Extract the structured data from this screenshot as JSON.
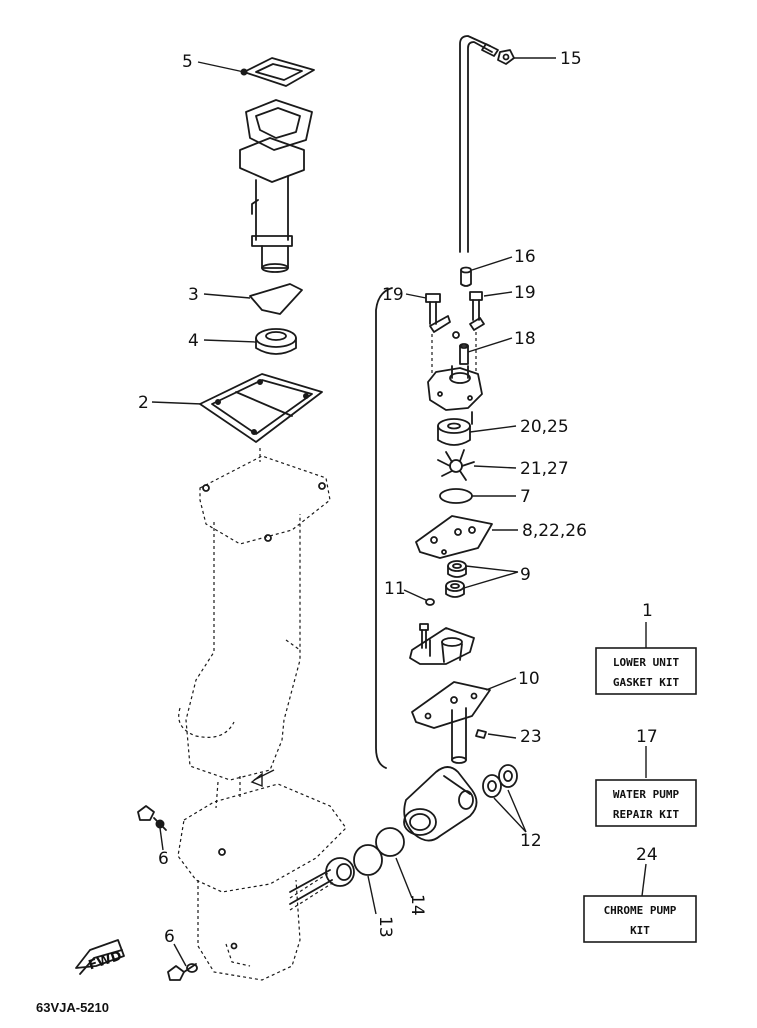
{
  "callouts": {
    "c1": "1",
    "c2": "2",
    "c3": "3",
    "c4": "4",
    "c5": "5",
    "c6a": "6",
    "c6b": "6",
    "c7": "7",
    "c8": "8,22,26",
    "c9": "9",
    "c10": "10",
    "c11": "11",
    "c12": "12",
    "c13": "13",
    "c14": "14",
    "c15": "15",
    "c16": "16",
    "c17": "17",
    "c18": "18",
    "c19a": "19",
    "c19b": "19",
    "c20": "20,25",
    "c21": "21,27",
    "c23": "23",
    "c24": "24"
  },
  "kits": {
    "gasket": {
      "line1": "LOWER UNIT",
      "line2": "GASKET KIT"
    },
    "water_pump": {
      "line1": "WATER PUMP",
      "line2": "REPAIR KIT"
    },
    "chrome_pump": {
      "line1": "CHROME PUMP",
      "line2": "KIT"
    }
  },
  "fwd_label": "FWD",
  "diagram_code": "63VJA-5210"
}
